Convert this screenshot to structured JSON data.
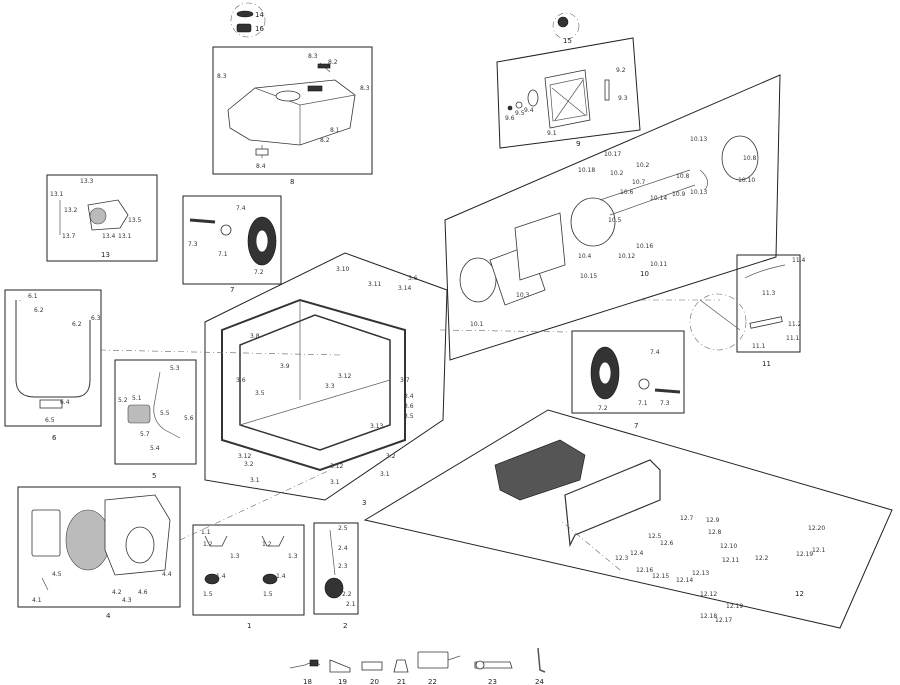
{
  "groups": {
    "g1": "1",
    "g2": "2",
    "g3": "3",
    "g4": "4",
    "g5": "5",
    "g6": "6",
    "g7a": "7",
    "g7b": "7",
    "g8": "8",
    "g9": "9",
    "g10": "10",
    "g11": "11",
    "g12": "12",
    "g13": "13",
    "g14": "14",
    "g15": "15",
    "g16": "16",
    "g18": "18",
    "g19": "19",
    "g20": "20",
    "g21": "21",
    "g22": "22",
    "g23": "23",
    "g24": "24"
  },
  "labels": {
    "l8_3a": "8.3",
    "l8_2": "8.2",
    "l8_3b": "8.3",
    "l8_1": "8.1",
    "l8_2b": "8.2",
    "l8_4": "8.4",
    "l13_3": "13.3",
    "l13_2": "13.2",
    "l13_5": "13.5",
    "l13_1": "13.1",
    "l13_4": "13.4",
    "l13_7": "13.7",
    "l9_1": "9.1",
    "l9_2": "9.2",
    "l9_3": "9.3",
    "l9_4": "9.4",
    "l9_5": "9.5",
    "l9_6": "9.6",
    "l7_1": "7.1",
    "l7_2": "7.2",
    "l7_3": "7.3",
    "l7_4": "7.4",
    "l7b_1": "7.1",
    "l7b_2": "7.2",
    "l7b_3": "7.3",
    "l7b_4": "7.4",
    "l6_1": "6.1",
    "l6_2": "6.2",
    "l6_3": "6.3",
    "l6_4": "6.4",
    "l6_5": "6.5",
    "l5_1": "5.1",
    "l5_2": "5.2",
    "l5_3": "5.3",
    "l5_4": "5.4",
    "l5_5": "5.5",
    "l5_6": "5.6",
    "l5_7": "5.7",
    "l3_1": "3.1",
    "l3_2": "3.2",
    "l3_3": "3.3",
    "l3_4": "3.4",
    "l3_5": "3.5",
    "l3_6": "3.6",
    "l3_7": "3.7",
    "l3_8": "3.8",
    "l3_9": "3.9",
    "l3_10": "3.10",
    "l3_11": "3.11",
    "l3_12": "3.12",
    "l3_13": "3.13",
    "l3_14": "3.14",
    "l3_15": "3.15",
    "l4_1": "4.1",
    "l4_2": "4.2",
    "l4_3": "4.3",
    "l4_4": "4.4",
    "l4_5": "4.5",
    "l4_6": "4.6",
    "l1_1": "1.1",
    "l1_2": "1.2",
    "l1_3": "1.3",
    "l1_4": "1.4",
    "l1_5": "1.5",
    "l2_1": "2.1",
    "l2_2": "2.2",
    "l2_3": "2.3",
    "l2_4": "2.4",
    "l2_5": "2.5",
    "l10_1": "10.1",
    "l10_2": "10.2",
    "l10_3": "10.3",
    "l10_4": "10.4",
    "l10_5": "10.5",
    "l10_6": "10.6",
    "l10_7": "10.7",
    "l10_8": "10.8",
    "l10_9": "10.9",
    "l10_10": "10.10",
    "l10_11": "10.11",
    "l10_12": "10.12",
    "l10_13": "10.13",
    "l10_14": "10.14",
    "l10_15": "10.15",
    "l10_16": "10.16",
    "l10_17": "10.17",
    "l10_18": "10.18",
    "l11_1": "11.1",
    "l11_2": "11.2",
    "l11_3": "11.3",
    "l11_4": "11.4",
    "l12_1": "12.1",
    "l12_2": "12.2",
    "l12_3": "12.3",
    "l12_4": "12.4",
    "l12_5": "12.5",
    "l12_6": "12.6",
    "l12_7": "12.7",
    "l12_8": "12.8",
    "l12_9": "12.9",
    "l12_10": "12.10",
    "l12_11": "12.11",
    "l12_12": "12.12",
    "l12_13": "12.13",
    "l12_14": "12.14",
    "l12_15": "12.15",
    "l12_16": "12.16",
    "l12_17": "12.17",
    "l12_18": "12.18",
    "l12_19": "12.19",
    "l12_20": "12.20"
  }
}
